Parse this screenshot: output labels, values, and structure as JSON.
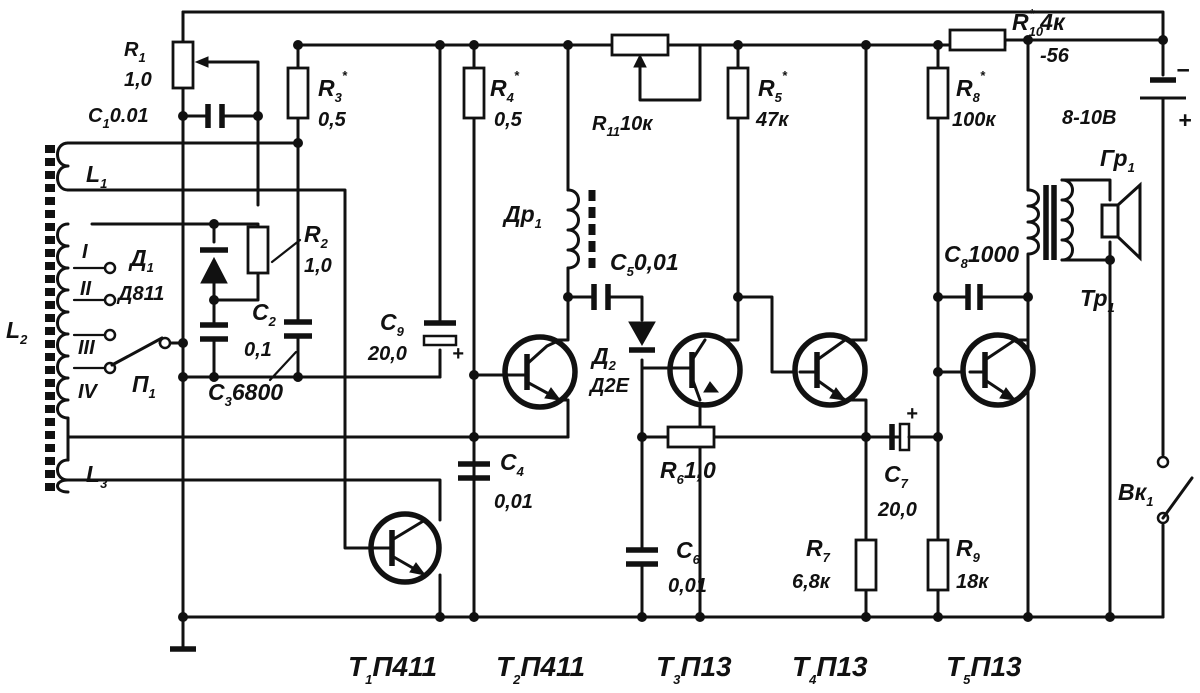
{
  "labels": {
    "r1": "R1 1,0",
    "c1": "C1 0.01",
    "r3": "R3* 0,5",
    "r4": "R4* 0,5",
    "r11": "R11 10к",
    "r5": "R5* 47к",
    "r10": "R10* 4к-56",
    "r8": "R8* 100к",
    "battery": "8-10В",
    "gr1": "Гр1",
    "l1": "L1",
    "l2": "L2",
    "l3": "L3",
    "d1": "Д1 Д811",
    "r2": "R2 1,0",
    "c2": "C2 0,1",
    "c3": "C3 6800",
    "p1": "П1",
    "c9": "C9 20,0",
    "dr1": "Др1",
    "c5": "C5 0,01",
    "d2": "Д2 Д2Е",
    "c8": "C8 1000",
    "tr1": "Тр1",
    "r6": "R6 1,0",
    "c7": "C7 20,0",
    "c4": "C4 0,01",
    "c6": "C6 0,01",
    "r7": "R7 6,8к",
    "r9": "R9 18к",
    "vk1": "Вк1",
    "t1": "Т1 П411",
    "t2": "Т2 П411",
    "t3": "Т3 П13",
    "t4": "Т4 П13",
    "t5": "Т5 П13"
  },
  "text": {
    "r1_name": "R",
    "r1_sub": "1",
    "r1_val": "1,0",
    "c1_name": "C",
    "c1_sub": "1",
    "c1_val": "0.01",
    "r3_name": "R",
    "r3_sub": "3",
    "r3_val": "0,5",
    "r4_name": "R",
    "r4_sub": "4",
    "r4_val": "0,5",
    "r11_name": "R",
    "r11_sub": "11",
    "r11_val": "10к",
    "r5_name": "R",
    "r5_sub": "5",
    "r5_val": "47к",
    "r10_name": "R",
    "r10_sub": "10",
    "r10_val": "4к",
    "r10_val2": "-56",
    "r8_name": "R",
    "r8_sub": "8",
    "r8_val": "100к",
    "star": "*",
    "battery_val": "8-10В",
    "minus": "−",
    "plus": "+",
    "gr1_name": "Гр",
    "gr1_sub": "1",
    "l1_name": "L",
    "l1_sub": "1",
    "l2_name": "L",
    "l2_sub": "2",
    "l3_name": "L",
    "l3_sub": "3",
    "tap1": "I",
    "tap2": "II",
    "tap3": "III",
    "tap4": "IV",
    "d1_name": "Д",
    "d1_sub": "1",
    "d1_type": "Д811",
    "r2_name": "R",
    "r2_sub": "2",
    "r2_val": "1,0",
    "c2_name": "C",
    "c2_sub": "2",
    "c2_val": "0,1",
    "c3_name": "C",
    "c3_sub": "3",
    "c3_val": "6800",
    "p1_name": "П",
    "p1_sub": "1",
    "c9_name": "C",
    "c9_sub": "9",
    "c9_val": "20,0",
    "dr1_name": "Др",
    "dr1_sub": "1",
    "c5_name": "C",
    "c5_sub": "5",
    "c5_val": "0,01",
    "d2_name": "Д",
    "d2_sub": "2",
    "d2_type": "Д2Е",
    "c8_name": "C",
    "c8_sub": "8",
    "c8_val": "1000",
    "tr1_name": "Тр",
    "tr1_sub": "1",
    "r6_name": "R",
    "r6_sub": "6",
    "r6_val": "1,0",
    "c7_name": "C",
    "c7_sub": "7",
    "c7_val": "20,0",
    "c4_name": "C",
    "c4_sub": "4",
    "c4_val": "0,01",
    "c6_name": "C",
    "c6_sub": "6",
    "c6_val": "0,01",
    "r7_name": "R",
    "r7_sub": "7",
    "r7_val": "6,8к",
    "r9_name": "R",
    "r9_sub": "9",
    "r9_val": "18к",
    "vk1_name": "Вк",
    "vk1_sub": "1",
    "t1_name": "Т",
    "t1_sub": "1",
    "t1_type": "П411",
    "t2_name": "Т",
    "t2_sub": "2",
    "t2_type": "П411",
    "t3_name": "Т",
    "t3_sub": "3",
    "t3_type": "П13",
    "t4_name": "Т",
    "t4_sub": "4",
    "t4_type": "П13",
    "t5_name": "Т",
    "t5_sub": "5",
    "t5_type": "П13"
  }
}
